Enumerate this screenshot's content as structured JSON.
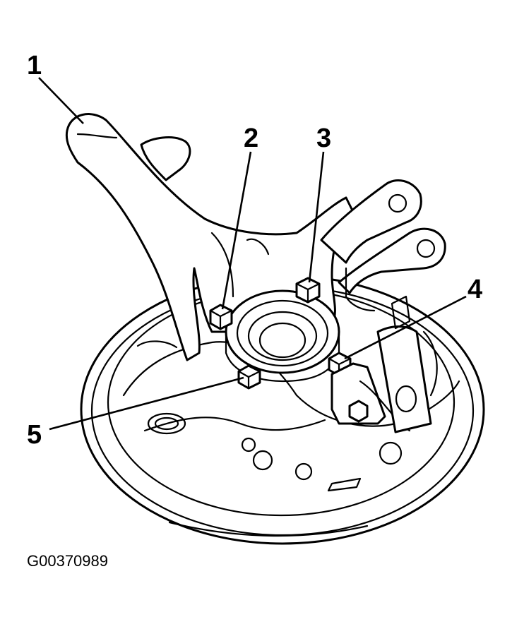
{
  "callouts": {
    "c1": "1",
    "c2": "2",
    "c3": "3",
    "c4": "4",
    "c5": "5"
  },
  "figure_id": "G00370989"
}
